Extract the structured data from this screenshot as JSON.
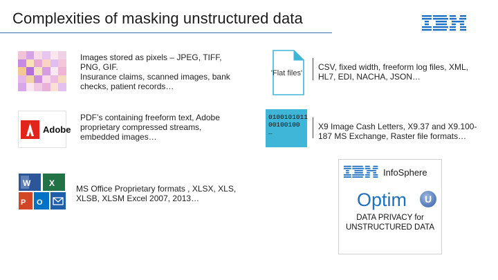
{
  "title": "Complexities of masking unstructured data",
  "brand": {
    "name": "IBM",
    "accent": "#1f70c1"
  },
  "rows": [
    {
      "icon": "pixel-mosaic-icon",
      "text": "Images stored as pixels – JPEG, TIFF, PNG, GIF.\nInsurance claims, scanned images, bank checks, patient records…"
    },
    {
      "icon": "adobe-icon",
      "logo_text": "Adobe",
      "text": "PDF’s containing freeform text, Adobe proprietary compressed streams, embedded images…"
    },
    {
      "icon": "office-icon",
      "text": "MS Office Proprietary formats , XLSX, XLS, XLSB, XLSM Excel 2007, 2013…"
    }
  ],
  "flat_files": {
    "label": "'Flat files'",
    "text": "CSV, fixed width, freeform log files, XML, HL7, EDI, NACHA, JSON…"
  },
  "binary": {
    "lines": [
      "0100101011",
      "00100100",
      "…"
    ],
    "text": "X9 Image Cash Letters, X9.37 and X9.100-187 MS Exchange,  Raster file formats…",
    "color": "#3fb6d8"
  },
  "product": {
    "brand": "IBM",
    "family": "InfoSphere",
    "name": "Optim",
    "badge": "U",
    "description": "DATA PRIVACY for UNSTRUCTURED DATA"
  }
}
